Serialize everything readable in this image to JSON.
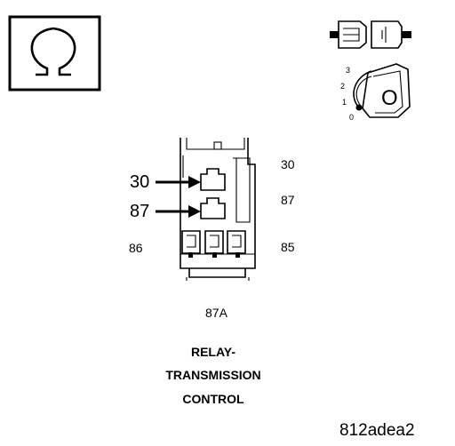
{
  "symbol": {
    "name": "ohm-symbol",
    "glyph": "Ω"
  },
  "connector_icon": {
    "name": "connector-icon"
  },
  "ignition_icon": {
    "name": "ignition-key-icon",
    "positions": [
      "3",
      "2",
      "1",
      "0"
    ],
    "key_letter": "O"
  },
  "relay": {
    "pins": {
      "p30_arrow": "30",
      "p87_arrow": "87",
      "p30_right": "30",
      "p87_right": "87",
      "p86": "86",
      "p85": "85",
      "p87a": "87A"
    }
  },
  "caption": {
    "line1": "RELAY-",
    "line2": "TRANSMISSION",
    "line3": "CONTROL"
  },
  "figure_id": "812adea2",
  "colors": {
    "line": "#000000",
    "background": "#ffffff"
  }
}
